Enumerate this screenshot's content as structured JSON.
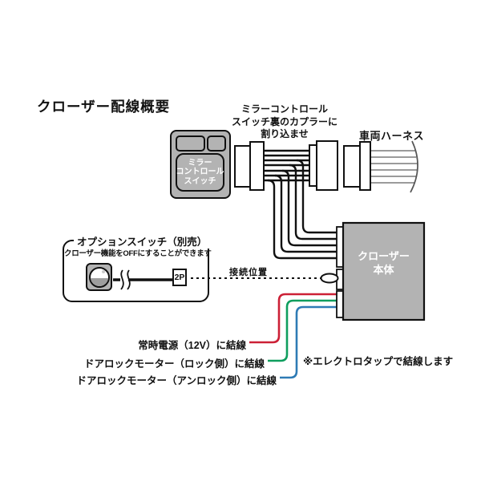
{
  "title": "クローザー配線概要",
  "colors": {
    "box_gray": "#b3b3b3",
    "power_wire": "#cc2036",
    "lock_wire": "#0f9e5e",
    "unlock_wire": "#2e7bb5"
  },
  "mirror_switch": {
    "label_line1": "ミラー",
    "label_line2": "コントロール",
    "label_line3": "スイッチ"
  },
  "splice_note": {
    "line1": "ミラーコントロール",
    "line2": "スイッチ裏のカプラーに",
    "line3": "割り込ませ"
  },
  "harness": {
    "label": "車両ハーネス"
  },
  "closer_unit": {
    "label_line1": "クローザー",
    "label_line2": "本体"
  },
  "option_switch": {
    "title": "オプションスイッチ（別売）",
    "description": "クローザー機能をOFFにすることができます",
    "connector_label": "2P"
  },
  "connection_point": {
    "label": "接続位置"
  },
  "wire_connections": {
    "power": "常時電源（12V）に結線",
    "lock": "ドアロックモーター（ロック側）に結線",
    "unlock": "ドアロックモーター（アンロック側）に結線"
  },
  "note": "※エレクトロタップで結線します"
}
